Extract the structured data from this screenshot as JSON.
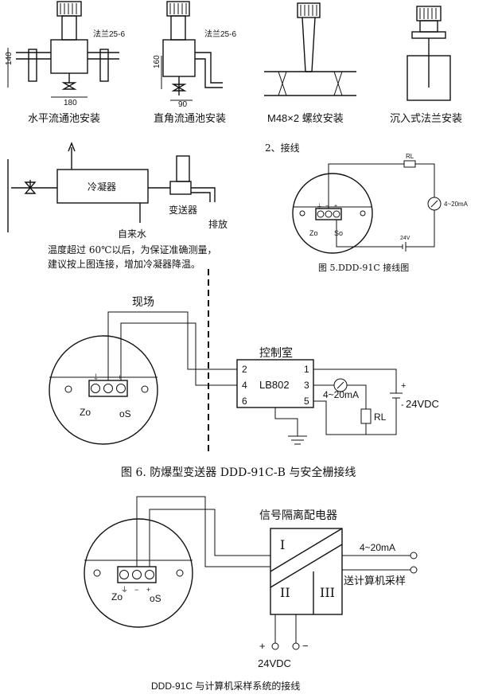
{
  "install": {
    "flange1": "法兰25-6",
    "flange2": "法兰25-6",
    "dim_140": "140",
    "dim_180": "180",
    "dim_160": "160",
    "dim_90": "90",
    "cap1": "水平流通池安装",
    "cap2": "直角流通池安装",
    "cap3": "M48×2 螺纹安装",
    "cap4": "沉入式法兰安装"
  },
  "condenser": {
    "box_label": "冷凝器",
    "transmitter": "变送器",
    "drain": "排放",
    "tap_water": "自来水",
    "note_line1": "温度超过 60℃以后，为保证准确测量，",
    "note_line2": "建议按上图连接，增加冷凝器降温。"
  },
  "fig5": {
    "heading": "2、接线",
    "rl": "RL",
    "ma": "4~20mA",
    "v24": "24V",
    "zo": "Zo",
    "so": "So",
    "t_gnd": "⏚",
    "t_minus": "−",
    "t_plus": "+",
    "caption": "图 5.DDD-91C 接线图"
  },
  "fig6": {
    "field": "现场",
    "control_room": "控制室",
    "box": "LB802",
    "p1": "1",
    "p2": "2",
    "p3": "3",
    "p4": "4",
    "p5": "5",
    "p6": "6",
    "ma": "4~20mA",
    "rl": "RL",
    "plus": "+",
    "minus": "-",
    "vdc": "24VDC",
    "zo": "Zo",
    "os": "oS",
    "t_gnd": "⏚",
    "t_minus": "−",
    "t_plus": "+",
    "caption": "图 6. 防爆型变送器 DDD-91C-B 与安全栅接线"
  },
  "fig7": {
    "isolator": "信号隔离配电器",
    "sec1": "I",
    "sec2": "II",
    "sec3": "III",
    "ma": "4~20mA",
    "computer": "送计算机采样",
    "plus": "+",
    "minus": "−",
    "vdc": "24VDC",
    "zo": "Zo",
    "os": "oS",
    "t_gnd": "⏚",
    "t_minus": "−",
    "t_plus": "+",
    "caption": "DDD-91C 与计算机采样系统的接线"
  }
}
